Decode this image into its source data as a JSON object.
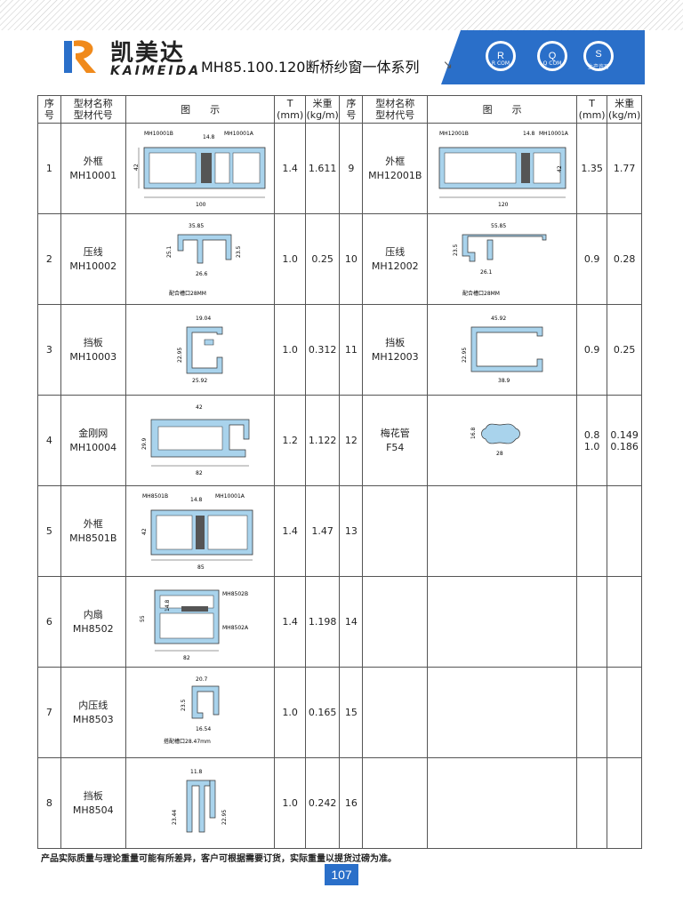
{
  "header": {
    "brand_cn": "凯美达",
    "brand_en": "KAIMEIDA",
    "series_title": "MH85.100.120断桥纱窗一体系列",
    "arrow": "↘",
    "certs": [
      "R COM",
      "Q COM",
      "生产许可"
    ]
  },
  "table": {
    "headers": {
      "seq": [
        "序",
        "号"
      ],
      "name": [
        "型材名称",
        "型材代号"
      ],
      "figure": "图　　示",
      "t": [
        "T",
        "(mm)"
      ],
      "weight": [
        "米重",
        "(kg/m)"
      ]
    },
    "left_rows": [
      {
        "seq": "1",
        "name": "外框",
        "code": "MH10001",
        "t": "1.4",
        "w": "1.611"
      },
      {
        "seq": "2",
        "name": "压线",
        "code": "MH10002",
        "t": "1.0",
        "w": "0.25"
      },
      {
        "seq": "3",
        "name": "挡板",
        "code": "MH10003",
        "t": "1.0",
        "w": "0.312"
      },
      {
        "seq": "4",
        "name": "金刚网",
        "code": "MH10004",
        "t": "1.2",
        "w": "1.122"
      },
      {
        "seq": "5",
        "name": "外框",
        "code": "MH8501B",
        "t": "1.4",
        "w": "1.47"
      },
      {
        "seq": "6",
        "name": "内扇",
        "code": "MH8502",
        "t": "1.4",
        "w": "1.198"
      },
      {
        "seq": "7",
        "name": "内压线",
        "code": "MH8503",
        "t": "1.0",
        "w": "0.165"
      },
      {
        "seq": "8",
        "name": "挡板",
        "code": "MH8504",
        "t": "1.0",
        "w": "0.242"
      }
    ],
    "right_rows": [
      {
        "seq": "9",
        "name": "外框",
        "code": "MH12001B",
        "t": "1.35",
        "w": "1.77"
      },
      {
        "seq": "10",
        "name": "压线",
        "code": "MH12002",
        "t": "0.9",
        "w": "0.28"
      },
      {
        "seq": "11",
        "name": "挡板",
        "code": "MH12003",
        "t": "0.9",
        "w": "0.25"
      },
      {
        "seq": "12",
        "name": "梅花管",
        "code": "F54",
        "t": "0.8",
        "t2": "1.0",
        "w": "0.149",
        "w2": "0.186"
      },
      {
        "seq": "13",
        "name": "",
        "code": "",
        "t": "",
        "w": ""
      },
      {
        "seq": "14",
        "name": "",
        "code": "",
        "t": "",
        "w": ""
      },
      {
        "seq": "15",
        "name": "",
        "code": "",
        "t": "",
        "w": ""
      },
      {
        "seq": "16",
        "name": "",
        "code": "",
        "t": "",
        "w": ""
      }
    ]
  },
  "figures": {
    "f1": {
      "l1": "MH10001B",
      "l2": "14.8",
      "l3": "MH10001A",
      "h": "42",
      "w": "100"
    },
    "f2": {
      "top": "35.85",
      "left": "25.1",
      "right": "23.5",
      "bottom": "26.6",
      "note": "配合槽口28MM"
    },
    "f3": {
      "top": "19.04",
      "left": "22.95",
      "bottom": "25.92"
    },
    "f4": {
      "top": "42",
      "left": "29.9",
      "bottom": "82"
    },
    "f5": {
      "l1": "MH8501B",
      "l2": "14.8",
      "l3": "MH10001A",
      "h": "42",
      "w": "85"
    },
    "f6": {
      "l1": "MH8502B",
      "l2": "MH8502A",
      "h1": "14.8",
      "h": "55",
      "w": "82"
    },
    "f7": {
      "top": "20.7",
      "left": "23.5",
      "bottom": "16.54",
      "note": "搭配槽口28.47mm"
    },
    "f8": {
      "top": "11.8",
      "left": "23.44",
      "right": "22.95"
    },
    "f9": {
      "l1": "MH12001B",
      "l2": "14.8",
      "l3": "MH10001A",
      "h": "42",
      "w": "120"
    },
    "f10": {
      "top": "55.85",
      "left": "23.5",
      "bottom": "26.1",
      "note": "配合槽口28MM"
    },
    "f11": {
      "top": "45.92",
      "left": "22.95",
      "bottom": "38.9"
    },
    "f12": {
      "left": "16.8",
      "bottom": "28"
    }
  },
  "footer": {
    "note": "产品实际质量与理论重量可能有所差异，客户可根据需要订货，实际重量以提货过磅为准。",
    "page": "107"
  },
  "colors": {
    "accent": "#2a6fc9",
    "profile": "#a9d3ec",
    "logo_orange": "#f08a1c"
  }
}
